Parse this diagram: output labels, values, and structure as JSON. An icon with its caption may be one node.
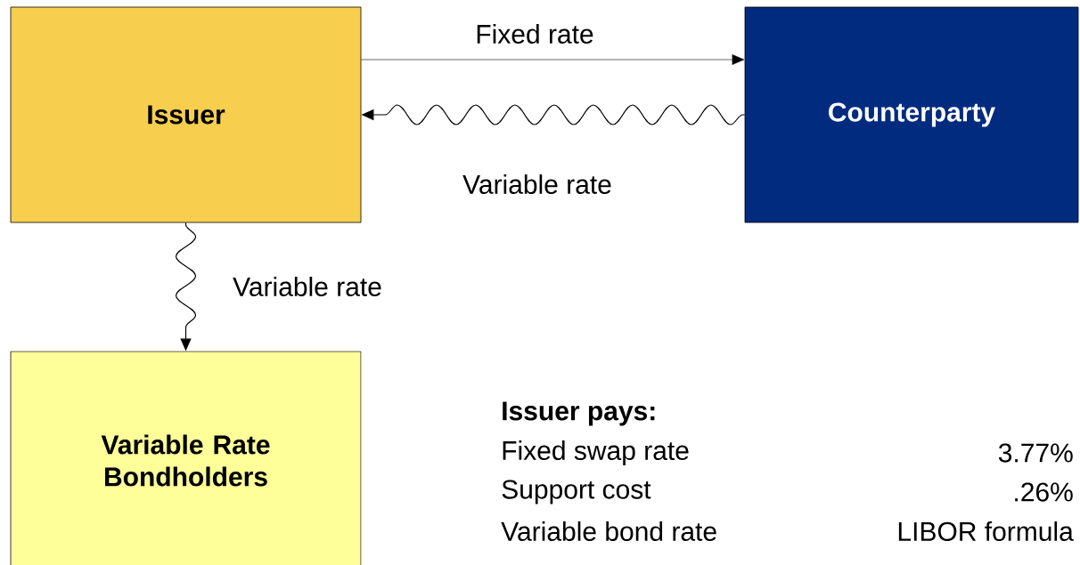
{
  "diagram": {
    "nodes": [
      {
        "text": [
          "Issuer"
        ]
      },
      {
        "text": [
          "Counterparty"
        ]
      },
      {
        "text": [
          "Variable Rate Bondholders"
        ]
      }
    ],
    "edges": [
      {
        "from": 0,
        "to": 1,
        "arrow": "to",
        "label": "Fixed rate"
      },
      {
        "from": 1,
        "to": 0,
        "arrow": "to",
        "label": "Variable rate"
      },
      {
        "from": 0,
        "to": 2,
        "arrow": "to",
        "label": "Variable rate"
      }
    ],
    "labels": [
      "Issuer pays:",
      "Fixed swap rate",
      "3.77%",
      "Support cost",
      ".26%",
      "Variable bond rate",
      "LIBOR formula"
    ]
  }
}
